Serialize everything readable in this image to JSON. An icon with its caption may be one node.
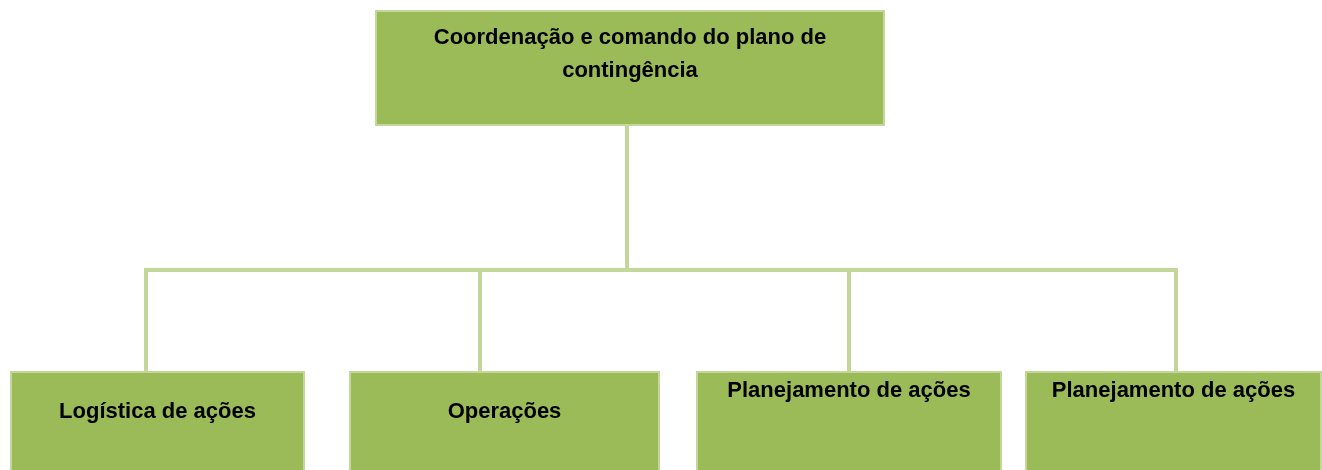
{
  "diagram": {
    "nodes": [
      {
        "text": [
          "Coordenação e comando do plano de contingência"
        ]
      },
      {
        "text": [
          "Logística de ações"
        ]
      },
      {
        "text": [
          "Operações"
        ]
      },
      {
        "text": [
          "Planejamento de ações"
        ]
      },
      {
        "text": [
          "Planejamento de ações"
        ]
      }
    ],
    "edges": [
      {
        "from": 0,
        "to": 1,
        "arrow": "none"
      },
      {
        "from": 0,
        "to": 2,
        "arrow": "none"
      },
      {
        "from": 0,
        "to": 3,
        "arrow": "none"
      },
      {
        "from": 0,
        "to": 4,
        "arrow": "none"
      }
    ]
  }
}
